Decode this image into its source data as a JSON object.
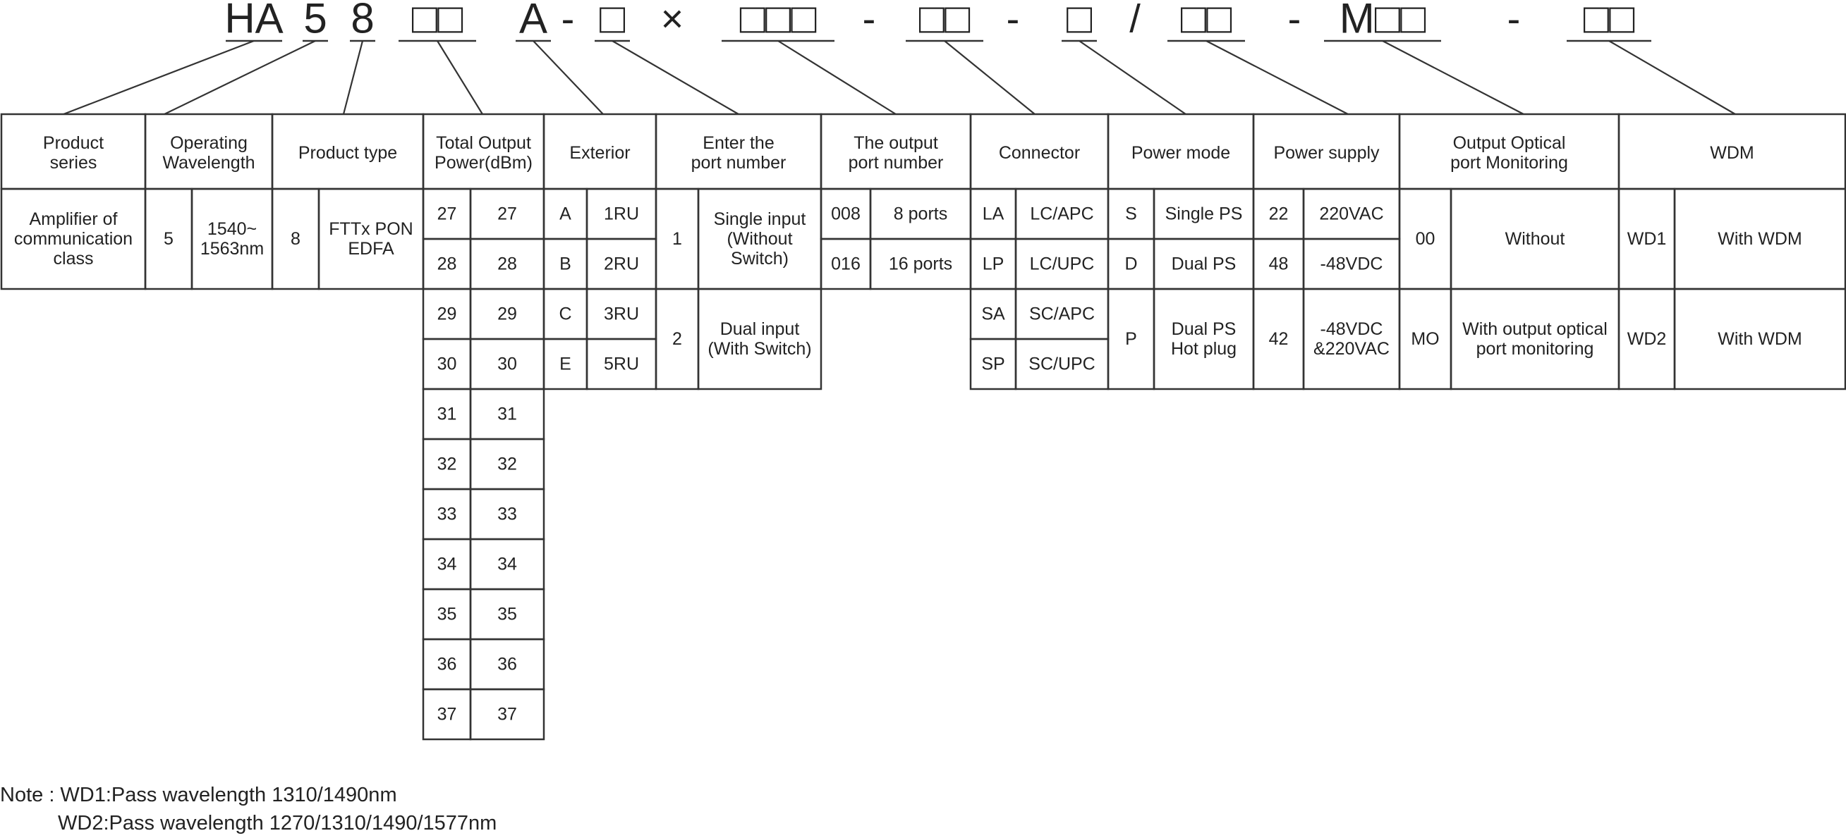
{
  "code": {
    "segments": [
      "HA",
      "5",
      "8",
      "□□",
      "A",
      "□",
      "□□□",
      "□□",
      "□",
      "□□",
      "M□□",
      "□□"
    ],
    "separators": [
      "-",
      "×",
      "-",
      "-",
      "/",
      "-",
      "-"
    ]
  },
  "columns": [
    {
      "title": "Product\nseries",
      "groups": [
        [
          {
            "a": "Amplifier of\ncommunication\nclass"
          }
        ]
      ]
    },
    {
      "title": "Operating\nWavelength",
      "groups": [
        [
          {
            "a": "5",
            "b": "1540~\n1563nm"
          }
        ]
      ]
    },
    {
      "title": "Product type",
      "groups": [
        [
          {
            "a": "8",
            "b": "FTTx PON\nEDFA"
          }
        ]
      ]
    },
    {
      "title": "Total Output\nPower(dBm)",
      "groups": [
        [
          {
            "a": "27",
            "b": "27"
          },
          {
            "a": "28",
            "b": "28"
          },
          {
            "a": "29",
            "b": "29"
          },
          {
            "a": "30",
            "b": "30"
          },
          {
            "a": "31",
            "b": "31"
          },
          {
            "a": "32",
            "b": "32"
          },
          {
            "a": "33",
            "b": "33"
          },
          {
            "a": "34",
            "b": "34"
          },
          {
            "a": "35",
            "b": "35"
          },
          {
            "a": "36",
            "b": "36"
          },
          {
            "a": "37",
            "b": "37"
          }
        ]
      ]
    },
    {
      "title": "Exterior",
      "groups": [
        [
          {
            "a": "A",
            "b": "1RU"
          },
          {
            "a": "B",
            "b": "2RU"
          },
          {
            "a": "C",
            "b": "3RU"
          },
          {
            "a": "E",
            "b": "5RU"
          }
        ]
      ]
    },
    {
      "title": "Enter the\nport number",
      "groups": [
        [
          {
            "a": "1",
            "b": "Single input\n(Without\nSwitch)"
          }
        ],
        [
          {
            "a": "2",
            "b": "Dual input\n(With Switch)"
          }
        ]
      ]
    },
    {
      "title": "The output\nport number",
      "groups": [
        [
          {
            "a": "008",
            "b": "8 ports"
          },
          {
            "a": "016",
            "b": "16 ports"
          }
        ]
      ]
    },
    {
      "title": "Connector",
      "groups": [
        [
          {
            "a": "LA",
            "b": "LC/APC"
          },
          {
            "a": "LP",
            "b": "LC/UPC"
          }
        ],
        [
          {
            "a": "SA",
            "b": "SC/APC"
          },
          {
            "a": "SP",
            "b": "SC/UPC"
          }
        ]
      ]
    },
    {
      "title": "Power mode",
      "groups": [
        [
          {
            "a": "S",
            "b": "Single PS"
          },
          {
            "a": "D",
            "b": "Dual PS"
          }
        ],
        [
          {
            "a": "P",
            "b": "Dual PS\nHot plug"
          }
        ]
      ]
    },
    {
      "title": "Power supply",
      "groups": [
        [
          {
            "a": "22",
            "b": "220VAC"
          },
          {
            "a": "48",
            "b": "-48VDC"
          }
        ],
        [
          {
            "a": "42",
            "b": "-48VDC\n&220VAC"
          }
        ]
      ]
    },
    {
      "title": "Output Optical\nport Monitoring",
      "groups": [
        [
          {
            "a": "00",
            "b": "Without"
          }
        ],
        [
          {
            "a": "MO",
            "b": "With output optical\nport monitoring"
          }
        ]
      ]
    },
    {
      "title": "WDM",
      "groups": [
        [
          {
            "a": "WD1",
            "b": "With WDM"
          }
        ],
        [
          {
            "a": "WD2",
            "b": "With WDM"
          }
        ]
      ]
    }
  ],
  "note": {
    "line1": "Note : WD1:Pass wavelength 1310/1490nm",
    "line2": "WD2:Pass wavelength 1270/1310/1490/1577nm"
  }
}
